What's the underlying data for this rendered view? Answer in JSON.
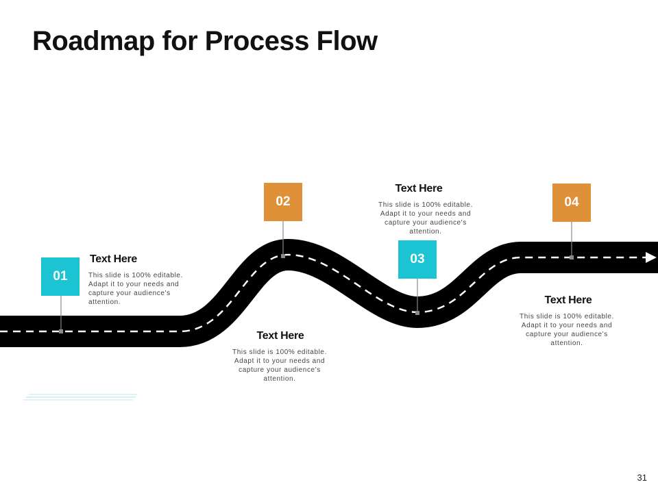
{
  "slide": {
    "title": "Roadmap for Process Flow",
    "page_number": "31"
  },
  "colors": {
    "road": "#000000",
    "road_dash": "#ffffff",
    "teal": "#1bc3d3",
    "orange": "#de9138",
    "connector": "#8a8a8a"
  },
  "steps": [
    {
      "number": "01",
      "heading": "Text Here",
      "text": "This slide is 100% editable. Adapt it to your needs and capture your audience's attention."
    },
    {
      "number": "02",
      "heading": "Text Here",
      "text": "This slide is 100% editable. Adapt it to your needs and capture your audience's attention."
    },
    {
      "number": "03",
      "heading": "Text Here",
      "text": "This slide is 100% editable. Adapt it to your needs and capture your audience's attention."
    },
    {
      "number": "04",
      "heading": "Text Here",
      "text": "This slide is 100% editable. Adapt it to your needs and capture your audience's attention."
    }
  ]
}
